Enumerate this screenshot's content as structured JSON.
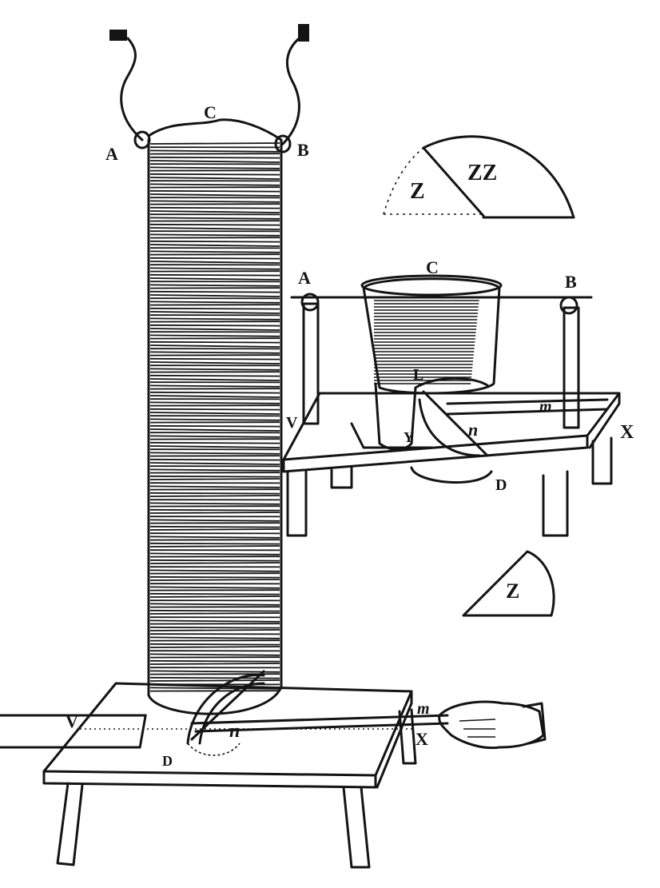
{
  "figure": {
    "tall_coil": {
      "top_label": "C",
      "left_wire_label": "A",
      "right_wire_label": "B"
    },
    "bottom_table": {
      "left_label": "V",
      "right_label": "X",
      "pointer_label": "n",
      "lever_label": "m",
      "disc_label": "D"
    },
    "small_apparatus": {
      "left_post_label": "A",
      "right_post_label": "B",
      "top_label": "C",
      "disc_label": "D",
      "lens_label": "L",
      "pointer_label": "n",
      "lever_label": "m",
      "left_table_label": "V",
      "right_table_label": "X",
      "mid_label": "Y"
    },
    "top_sector": {
      "small_label": "Z",
      "large_label": "ZZ"
    },
    "small_sector": {
      "label": "Z"
    }
  }
}
